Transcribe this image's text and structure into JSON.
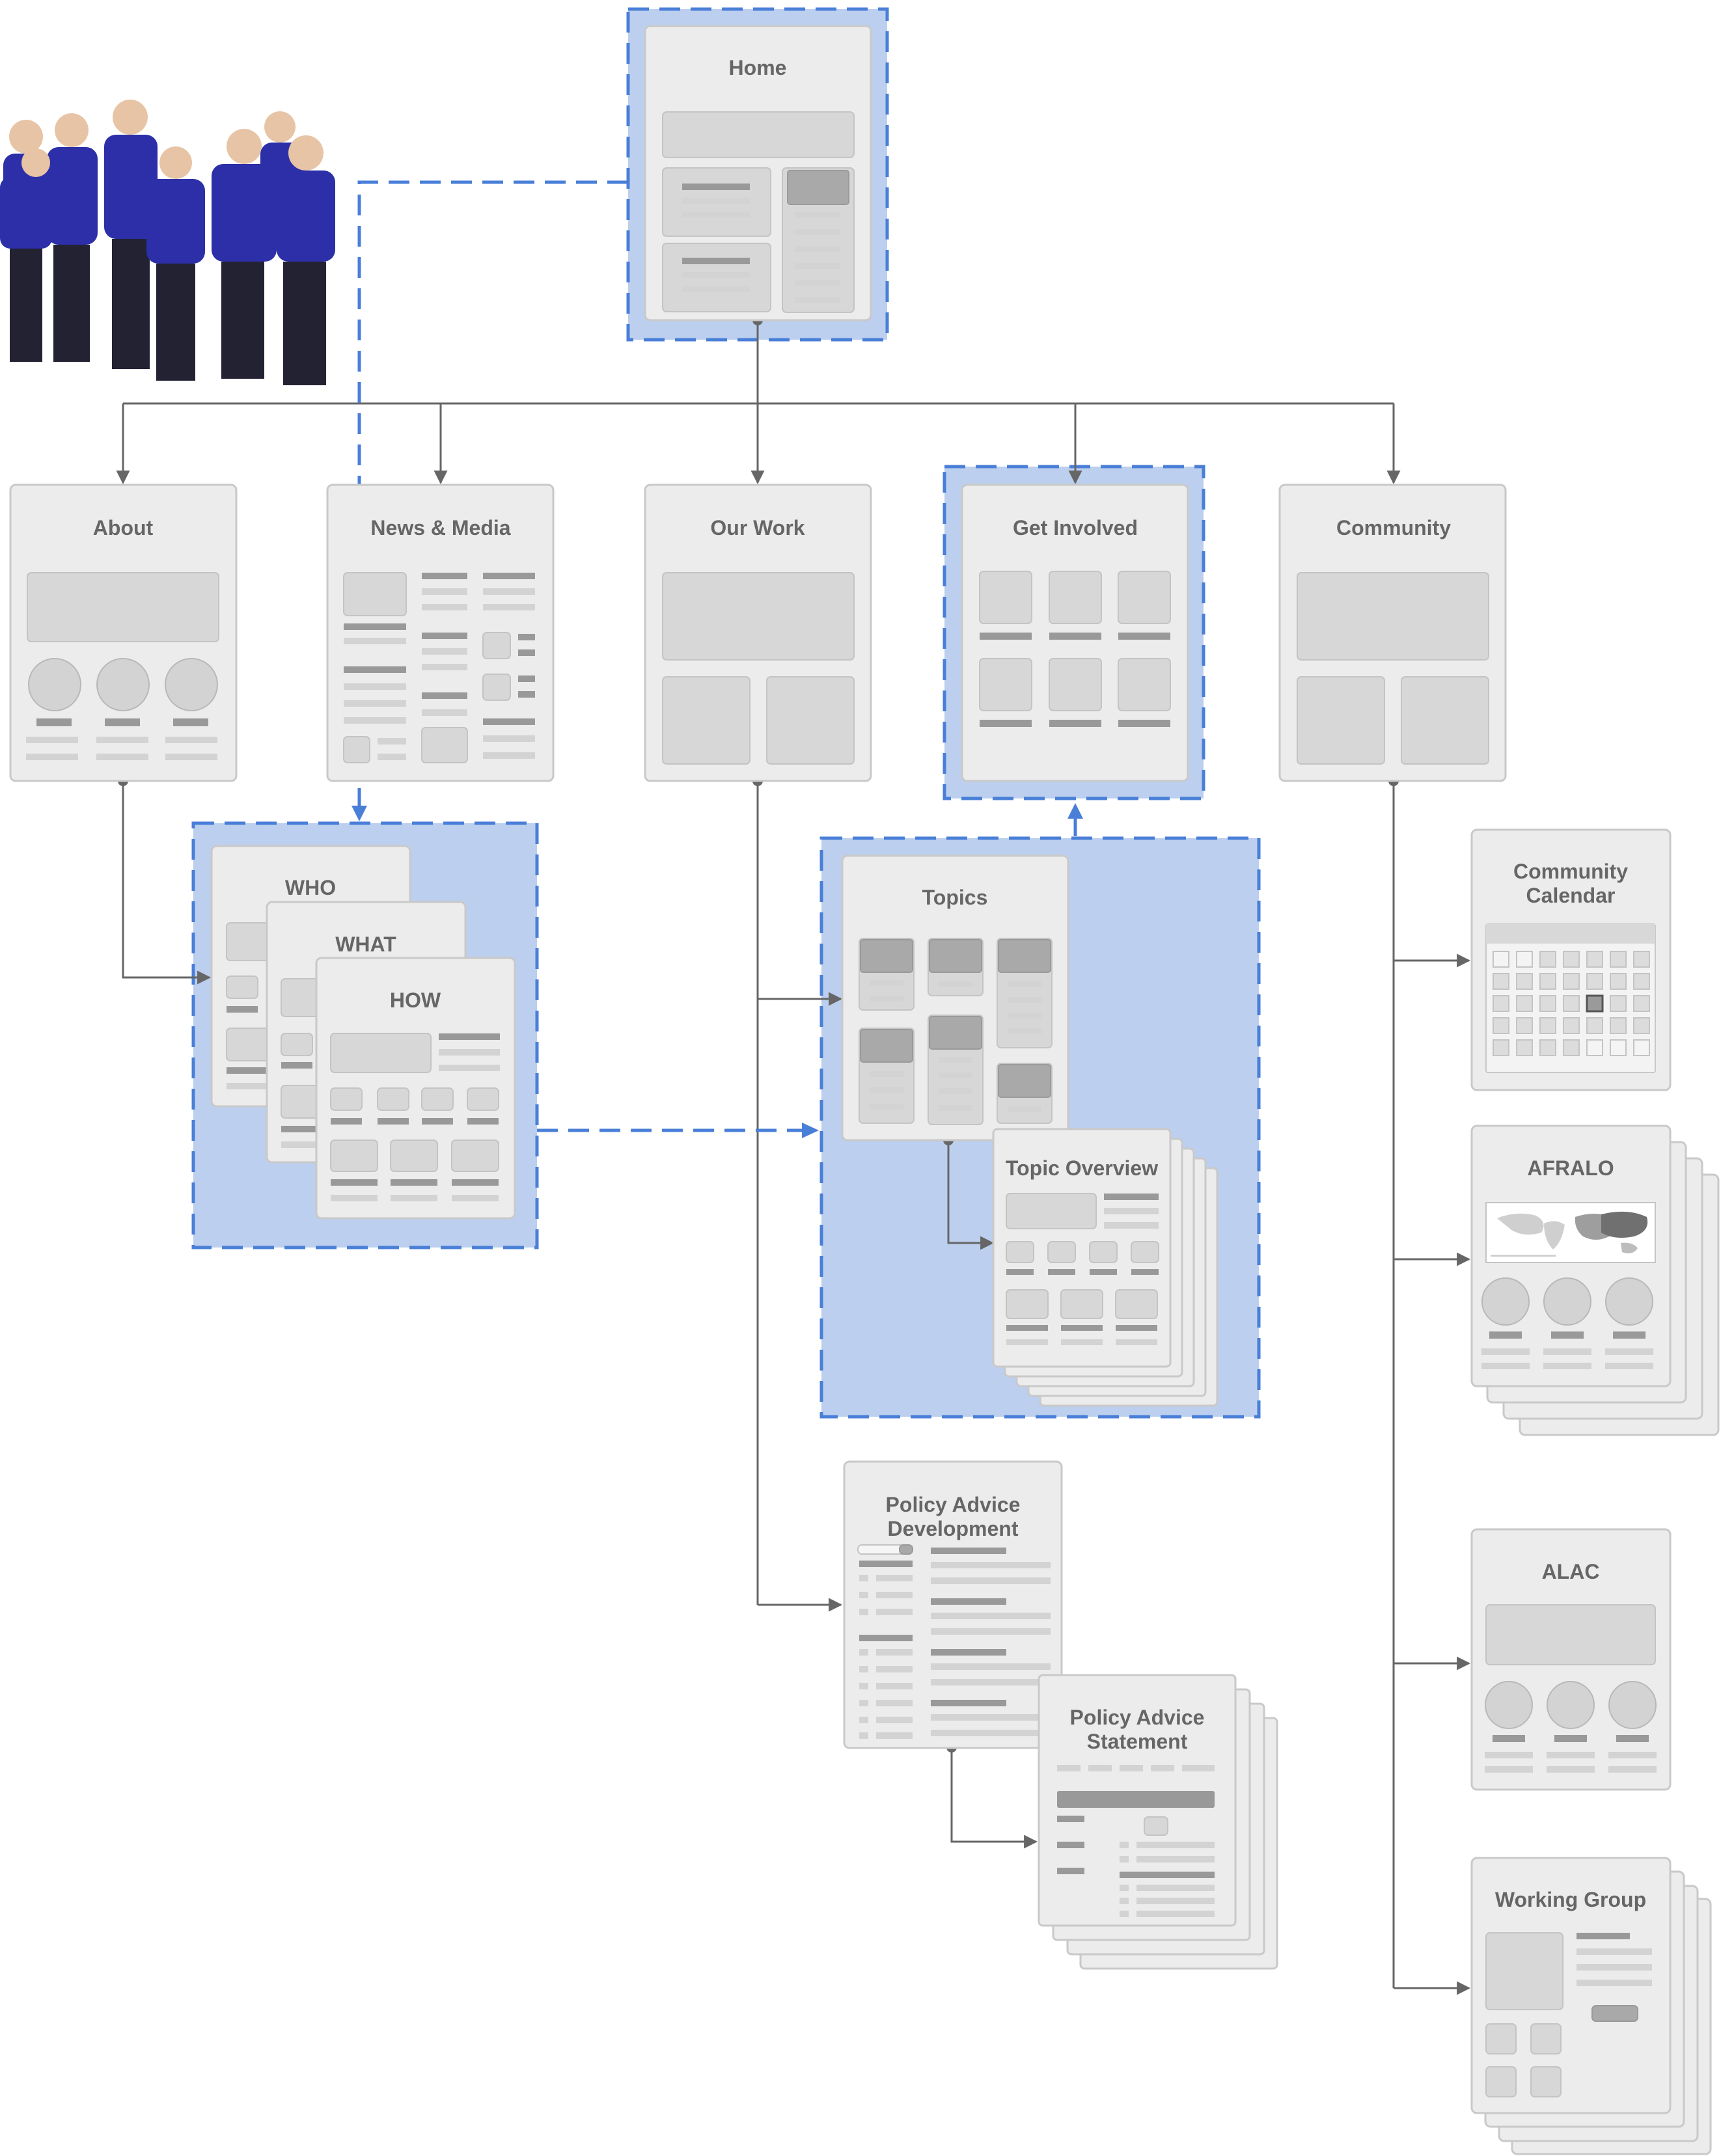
{
  "pages": {
    "home": "Home",
    "about": "About",
    "news_media": "News & Media",
    "our_work": "Our Work",
    "get_involved": "Get Involved",
    "community": "Community",
    "who": "WHO",
    "what": "WHAT",
    "how": "HOW",
    "topics": "Topics",
    "topic_overview": "Topic Overview",
    "community_calendar_1": "Community",
    "community_calendar_2": "Calendar",
    "afralo": "AFRALO",
    "alac": "ALAC",
    "working_group": "Working Group",
    "policy_dev_1": "Policy Advice",
    "policy_dev_2": "Development",
    "policy_stmt_1": "Policy Advice",
    "policy_stmt_2": "Statement"
  },
  "colors": {
    "highlight_fill": "#bccfee",
    "highlight_dash": "#4a7fd8",
    "connector": "#666666"
  }
}
